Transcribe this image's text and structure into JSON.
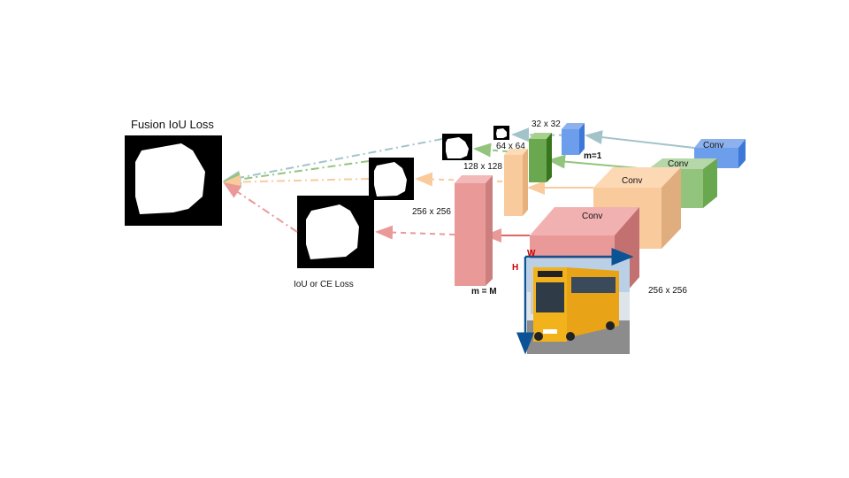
{
  "labels": {
    "fusion_loss": "Fusion IoU Loss",
    "side_loss": "IoU  or CE Loss",
    "size_32": "32 x 32",
    "size_64": "64 x 64",
    "size_128": "128 x 128",
    "size_256_left": "256 x 256",
    "size_256_right": "256 x 256",
    "m_first": "m=1",
    "m_last": "m = M",
    "axis_w": "W",
    "axis_h": "H"
  },
  "conv_blocks": [
    {
      "label": "Conv",
      "color": "#6d9eeb"
    },
    {
      "label": "Conv",
      "color": "#93c47d"
    },
    {
      "label": "Conv",
      "color": "#f9cb9c"
    },
    {
      "label": "Conv",
      "color": "#ea9999"
    }
  ],
  "arrow_colors": {
    "blue": "#a2c4c9",
    "green": "#93c47d",
    "orange": "#f6b26b",
    "red": "#e06666"
  },
  "axis_colors": {
    "frame": "#0b5394",
    "label": "#cc0000"
  },
  "mask_icons": [
    "fusion-mask",
    "mask-256",
    "mask-128",
    "mask-64",
    "mask-32"
  ],
  "input_image": "bus-photo"
}
